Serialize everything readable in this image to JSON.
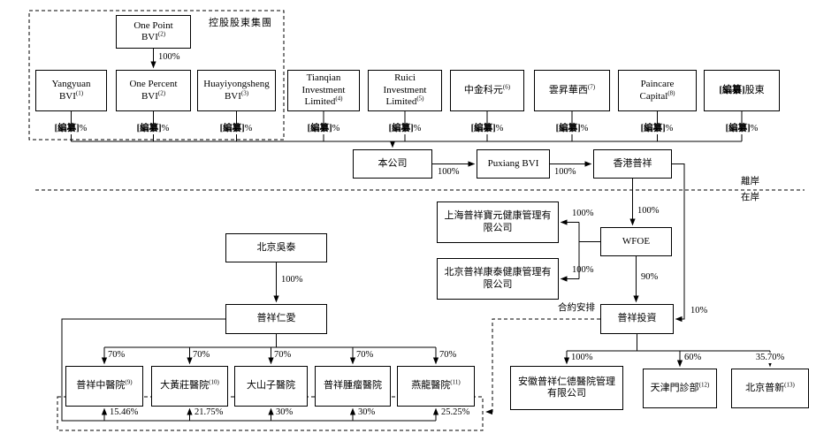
{
  "labels": {
    "group": "控股股東集團",
    "offshore": "離岸",
    "onshore": "在岸",
    "contractual": "合約安排",
    "redacted": "[編纂]",
    "pct_sign": "%",
    "redacted_holder_suffix": "股東"
  },
  "boxes": {
    "one_point": {
      "label": "One Point BVI",
      "note": "(2)"
    },
    "yangyuan": {
      "label": "Yangyuan BVI",
      "note": "(1)"
    },
    "one_percent": {
      "label": "One Percent BVI",
      "note": "(2)"
    },
    "huayiyongsheng": {
      "label": "Huayiyongsheng BVI",
      "note": "(3)"
    },
    "tianqian": {
      "label": "Tianqian Investment Limited",
      "note": "(4)"
    },
    "ruici": {
      "label": "Ruici Investment Limited",
      "note": "(5)"
    },
    "zhongjin_keyuan": {
      "label": "中金科元",
      "note": "(6)"
    },
    "yunsheng_huaxi": {
      "label": "雲昇華西",
      "note": "(7)"
    },
    "paincare": {
      "label": "Paincare Capital",
      "note": "(8)"
    },
    "company": {
      "label": "本公司"
    },
    "puxiang_bvi": {
      "label": "Puxiang BVI"
    },
    "hk_puxiang": {
      "label": "香港普祥"
    },
    "shanghai_baoyuan": {
      "label": "上海普祥寶元健康管理有限公司"
    },
    "beijing_kangtai": {
      "label": "北京普祥康泰健康管理有限公司"
    },
    "wfoe": {
      "label": "WFOE"
    },
    "puxiang_investment": {
      "label": "普祥投資"
    },
    "beijing_wutai": {
      "label": "北京吳泰"
    },
    "puxiang_renai": {
      "label": "普祥仁愛"
    },
    "hospitals": [
      {
        "label": "普祥中醫院",
        "note": "(9)"
      },
      {
        "label": "大黃莊醫院",
        "note": "(10)"
      },
      {
        "label": "大山子醫院",
        "note": ""
      },
      {
        "label": "普祥腫瘤醫院",
        "note": ""
      },
      {
        "label": "燕龍醫院",
        "note": "(11)"
      }
    ],
    "anhui_rende": {
      "label": "安徽普祥仁德醫院管理有限公司"
    },
    "tianjin_clinic": {
      "label": "天津門診部",
      "note": "(12)"
    },
    "beijing_puxin": {
      "label": "北京普新",
      "note": "(13)"
    }
  },
  "percentages": {
    "one_point_to_one_percent": "100%",
    "company_to_puxiang_bvi": "100%",
    "puxiang_bvi_to_hk_puxiang": "100%",
    "hk_puxiang_to_wfoe": "100%",
    "hk_puxiang_to_puxiang_investment": "10%",
    "wfoe_to_shanghai_baoyuan": "100%",
    "wfoe_to_beijing_kangtai": "100%",
    "wfoe_to_puxiang_investment": "90%",
    "beijing_wutai_to_puxiang_renai": "100%",
    "renai_to_hospitals": [
      "70%",
      "70%",
      "70%",
      "70%",
      "70%"
    ],
    "contractual_to_hospitals": [
      "15.46%",
      "21.75%",
      "30%",
      "30%",
      "25.25%"
    ],
    "investment_to_anhui": "100%",
    "investment_to_tianjin": "60%",
    "investment_to_beijing_puxin": "35.70%"
  }
}
